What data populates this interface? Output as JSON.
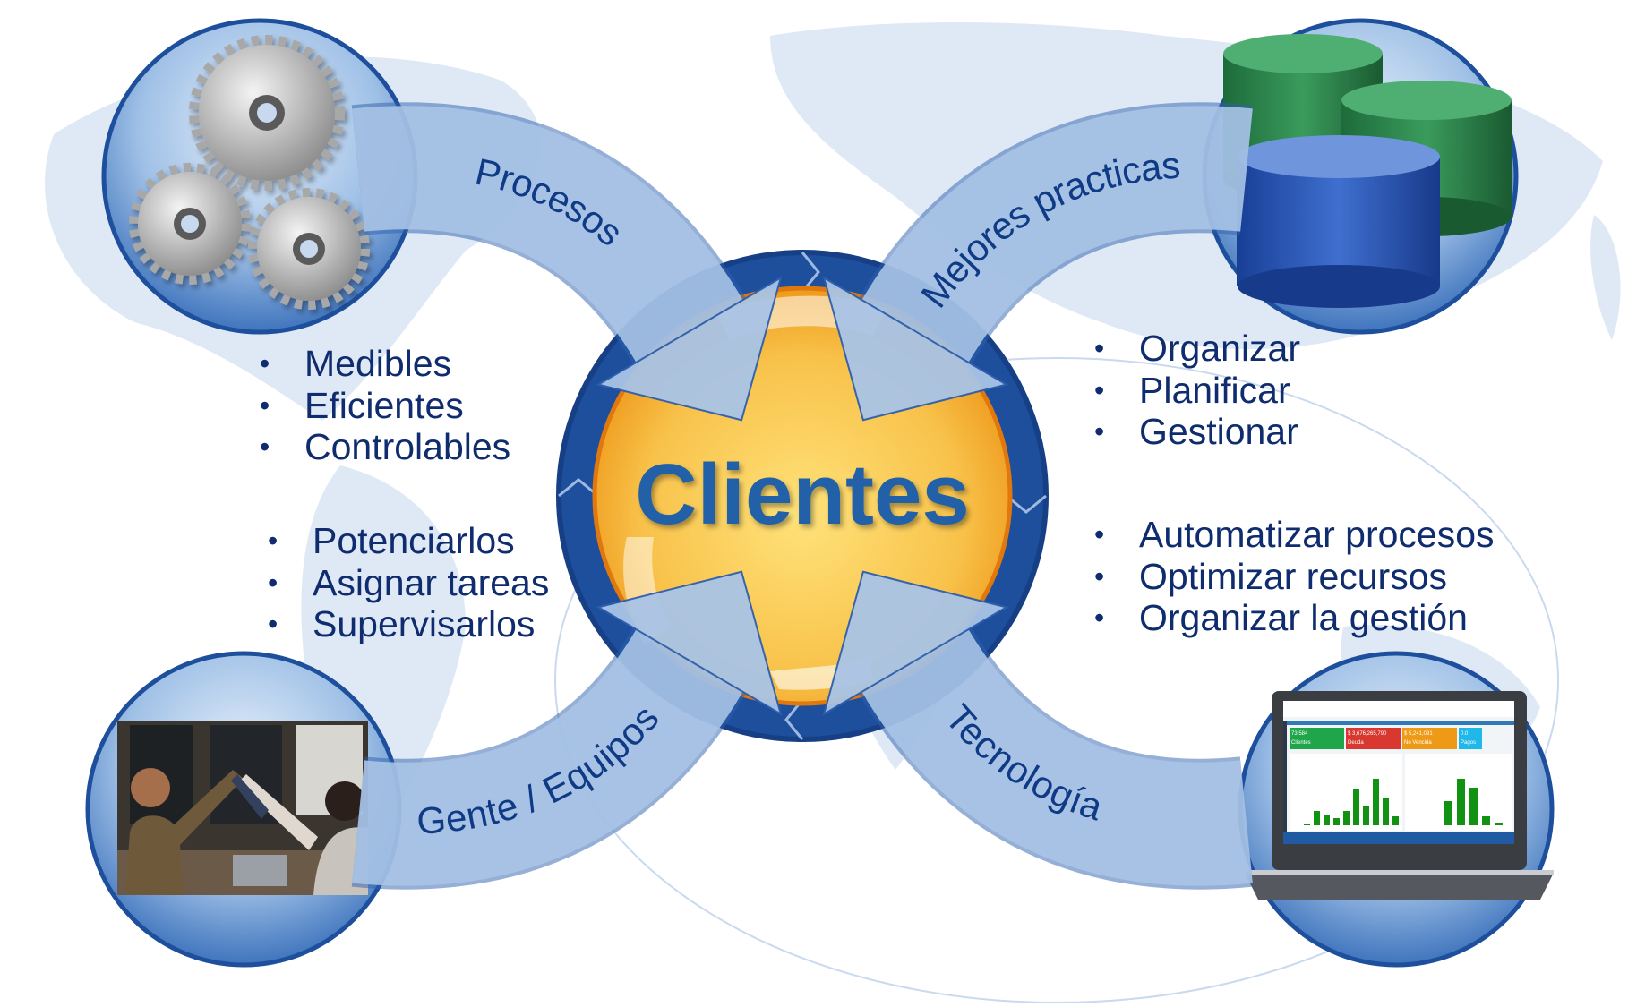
{
  "center": {
    "label": "Clientes"
  },
  "arrows": {
    "top_left": "Procesos",
    "top_right": "Mejores practicas",
    "bottom_left": "Gente / Equipos",
    "bottom_right": "Tecnología"
  },
  "lists": {
    "processes": [
      "Medibles",
      "Eficientes",
      "Controlables"
    ],
    "people": [
      "Potenciarlos",
      "Asignar tareas",
      "Supervisarlos"
    ],
    "practices": [
      "Organizar",
      "Planificar",
      "Gestionar"
    ],
    "technology": [
      "Automatizar procesos",
      "Optimizar recursos",
      "Organizar la gestión"
    ]
  },
  "laptop_screen": {
    "cards": [
      {
        "value": "73,584",
        "label": "Clientes",
        "color": "#1fa64a"
      },
      {
        "value": "$ 3,676,265,790",
        "label": "Deuda",
        "color": "#d8382f"
      },
      {
        "value": "$ 5,241,091",
        "label": "No Vencida",
        "color": "#ef9a17"
      },
      {
        "value": "0.0",
        "label": "Pagos",
        "color": "#1fb8e8"
      }
    ]
  },
  "colors": {
    "navy": "#0f2c6e",
    "clientes_text": "#2460a8",
    "ring": "#1d4f9c",
    "orange": "#f5a623"
  }
}
